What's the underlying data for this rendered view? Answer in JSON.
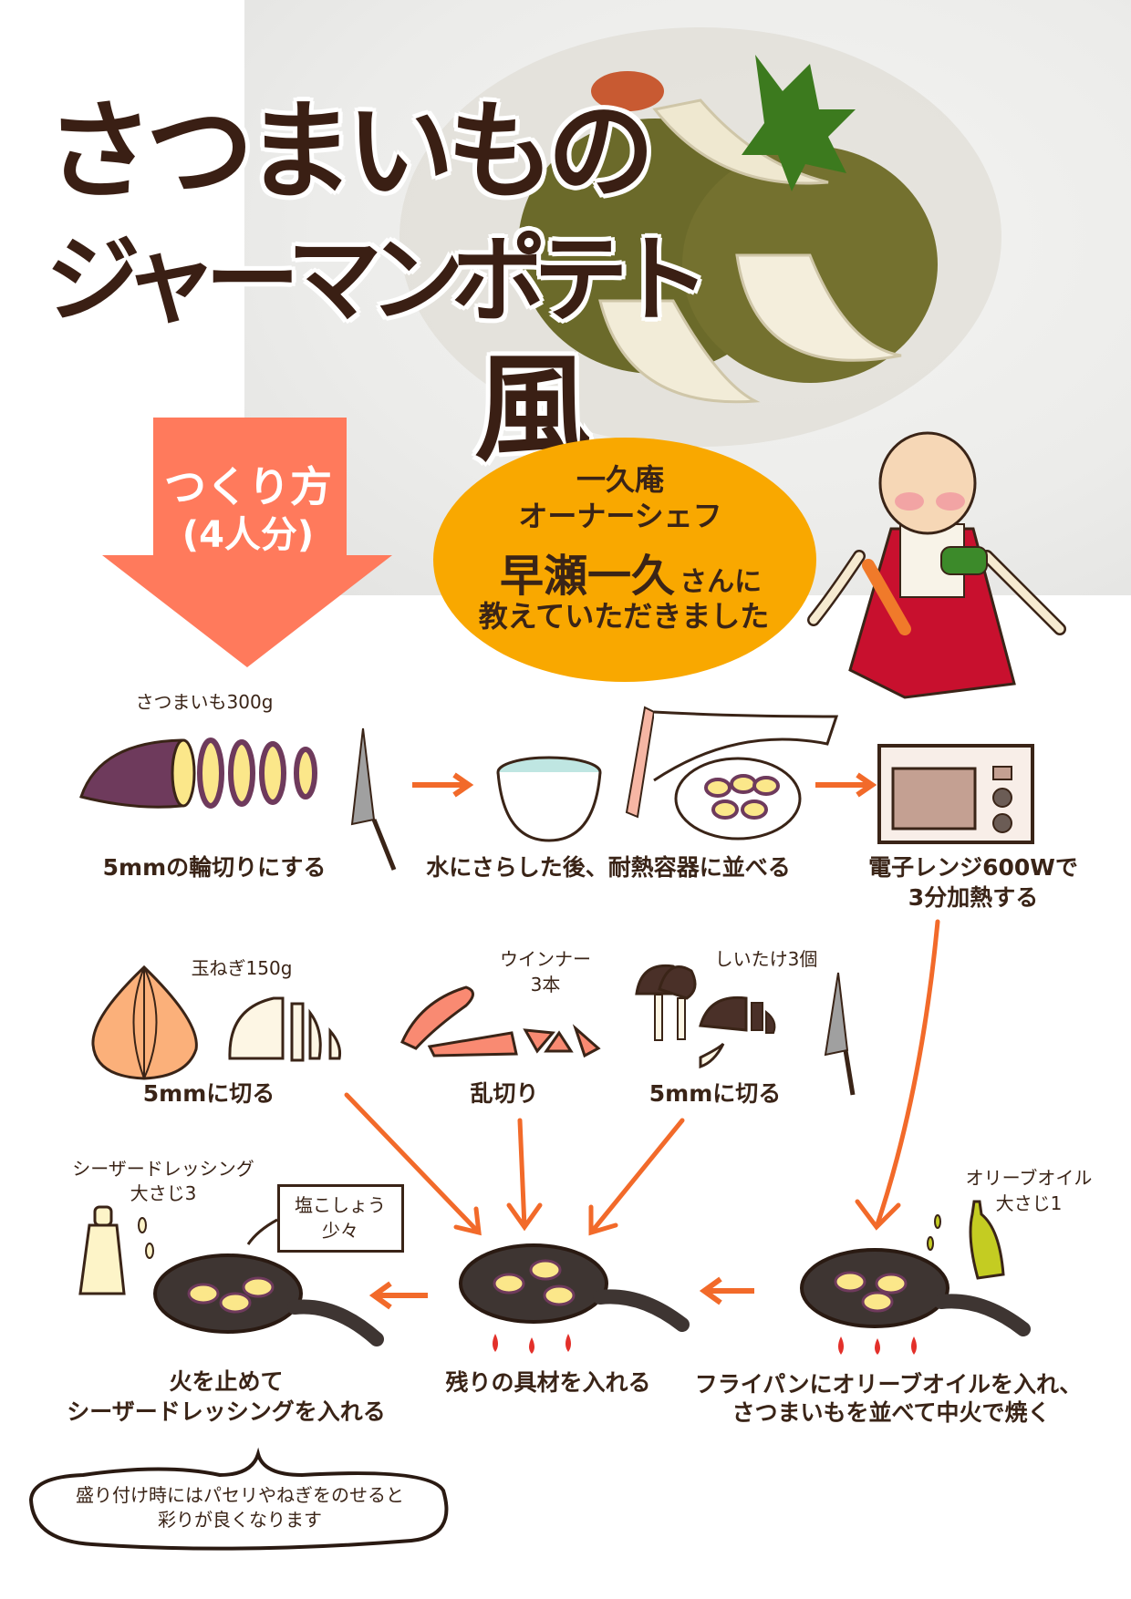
{
  "title": {
    "line1": "さつまいもの",
    "line2": "ジャーマンポテト",
    "line3": "風"
  },
  "method_arrow": {
    "line1": "つくり方",
    "line2": "(4人分)"
  },
  "chef_badge": {
    "restaurant": "一久庵",
    "role": "オーナーシェフ",
    "name": "早瀬一久",
    "honorific": "さんに",
    "taught": "教えていただきました"
  },
  "steps": {
    "sweet_potato_amount": "さつまいも300g",
    "slice_potato": "5mmの輪切りにする",
    "soak_arrange": "水にさらした後、耐熱容器に並べる",
    "microwave_1": "電子レンジ600Wで",
    "microwave_2": "3分加熱する",
    "onion_amount": "玉ねぎ150g",
    "onion_cut": "5mmに切る",
    "sausage_amount_1": "ウインナー",
    "sausage_amount_2": "3本",
    "sausage_cut": "乱切り",
    "shiitake_amount": "しいたけ3個",
    "shiitake_cut": "5mmに切る",
    "dressing_amount_1": "シーザードレッシング",
    "dressing_amount_2": "大さじ3",
    "salt_pepper_1": "塩こしょう",
    "salt_pepper_2": "少々",
    "olive_amount_1": "オリーブオイル",
    "olive_amount_2": "大さじ1",
    "finish_1": "火を止めて",
    "finish_2": "シーザードレッシングを入れる",
    "add_rest": "残りの具材を入れる",
    "fry_1": "フライパンにオリーブオイルを入れ、",
    "fry_2": "さつまいもを並べて中火で焼く"
  },
  "tip": {
    "line1": "盛り付け時にはパセリやねぎをのせると",
    "line2": "彩りが良くなります"
  },
  "colors": {
    "arrow": "#FF7A5C",
    "badge": "#F9A800",
    "flow_arrow": "#F26A2A",
    "ink": "#3A2417",
    "apron": "#C8102E"
  }
}
